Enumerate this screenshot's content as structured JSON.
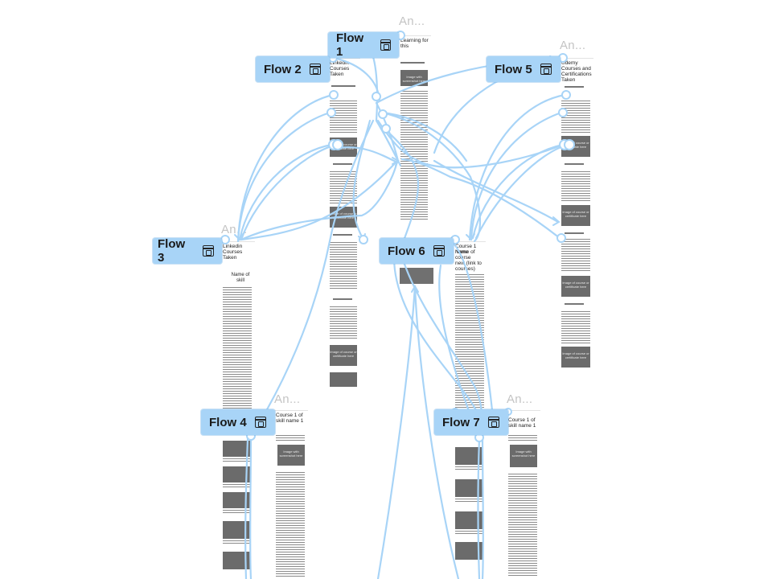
{
  "frames": {
    "f_top": {
      "name": "An...",
      "title": "Learning for\nthis"
    },
    "f_c2": {
      "title": "Linkedin\nCourses\nTaken"
    },
    "f_r5": {
      "name": "An...",
      "title": "Udemy\nCourses and\nCertifications\nTaken"
    },
    "f_left3": {
      "name": "An...",
      "title": "Linkedin\nCourses\nTaken",
      "subheading": "Name of\nskill"
    },
    "f_mid6": {
      "title": "Name of course\nnew (link to\ncourses)",
      "prefix": "Course 1 name"
    },
    "f_bl4": {
      "name": "An...",
      "title": "Course 1 of\nskill name 1"
    },
    "f_br7": {
      "name": "An...",
      "title": "Course 1 of\nskill name 1"
    }
  },
  "placeholders": {
    "image_with_screenshot": "Image with\nscreenshot here",
    "image_course": "Image of\ncourse or\ncertificate\nhere"
  },
  "flows": [
    {
      "id": "flow1",
      "label": "Flow 1",
      "icon": "flow-start-icon"
    },
    {
      "id": "flow2",
      "label": "Flow 2",
      "icon": "prototype-icon"
    },
    {
      "id": "flow3",
      "label": "Flow 3",
      "icon": "prototype-icon"
    },
    {
      "id": "flow4",
      "label": "Flow 4",
      "icon": "prototype-icon"
    },
    {
      "id": "flow5",
      "label": "Flow 5",
      "icon": "prototype-icon"
    },
    {
      "id": "flow6",
      "label": "Flow 6",
      "icon": "prototype-icon"
    },
    {
      "id": "flow7",
      "label": "Flow 7",
      "icon": "prototype-icon"
    }
  ],
  "colors": {
    "wire": "#a8d4f7",
    "badge": "#a8d4f7",
    "placeholder": "#6b6b6b"
  }
}
